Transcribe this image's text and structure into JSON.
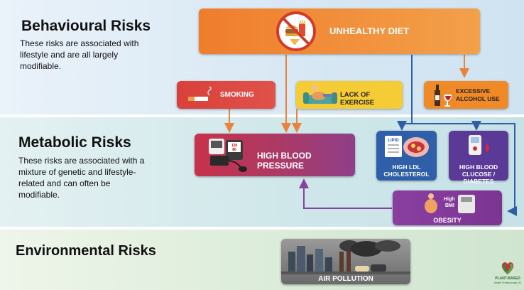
{
  "sections": {
    "behavioural": {
      "heading": "Behavioural Risks",
      "description": "These risks are associated with\nlifestyle  and are all largely\nmodifiable."
    },
    "metabolic": {
      "heading": "Metabolic Risks",
      "description": "These risks are associated with a\nmixture of  genetic and lifestyle-\nrelated and can often be\nmodifiable."
    },
    "environmental": {
      "heading": "Environmental Risks"
    }
  },
  "factors": {
    "unhealthy_diet": "UNHEALTHY DIET",
    "smoking": "SMOKING",
    "lack_of_exercise": "LACK OF EXERCISE",
    "alcohol_line1": "EXCESSIVE",
    "alcohol_line2": "ALCOHOL USE",
    "high_blood_pressure": "HIGH BLOOD PRESSURE",
    "ldl_line1": "HIGH LDL",
    "ldl_line2": "CHOLESTEROL",
    "glucose_line1": "HIGH BLOOD",
    "glucose_line2": "CLUCOSE / DIABETES",
    "obesity": "OBESITY",
    "air_pollution": "AIR POLLUTION"
  },
  "icon_text": {
    "high": "High",
    "bmi": "BMI",
    "lipid": "LIPID",
    "bp_reading": "120",
    "bp_reading2": "80"
  },
  "logo": {
    "line1": "PLANT-BASED",
    "line2": "Health Professionals UK"
  },
  "colors": {
    "diet": "#ee7a2a",
    "smoking": "#d9403b",
    "exercise": "#f5cc35",
    "alcohol": "#f08a28",
    "blood_pressure": "#c8324a",
    "ldl": "#2e5fa8",
    "glucose": "#5b3a97",
    "obesity": "#8a3fa0",
    "pollution": "#6a6a6a",
    "arrow_orange": "#e9823a",
    "arrow_purple": "#8a3fa0",
    "arrow_blue": "#2f5ea6"
  }
}
